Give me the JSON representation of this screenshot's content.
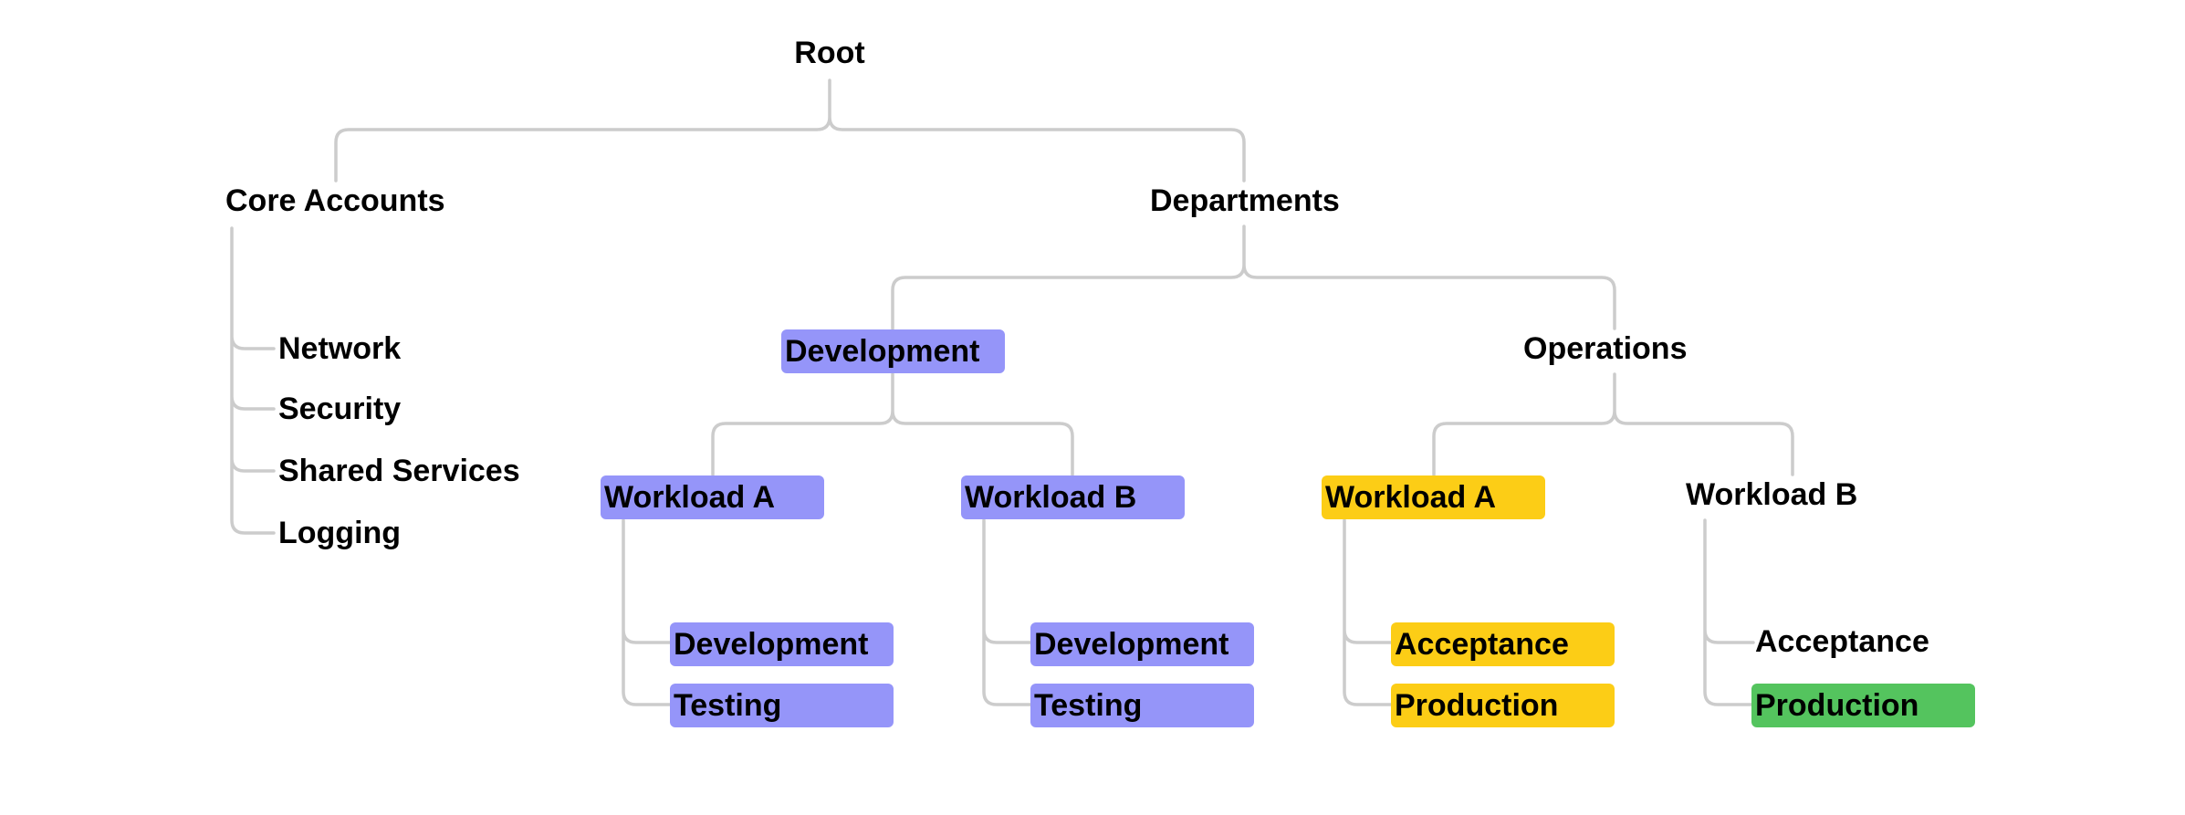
{
  "colors": {
    "connector": "#cccccc",
    "purple": "#9595f9",
    "yellow": "#fccd16",
    "green": "#54c45e"
  },
  "tree": {
    "root": "Root",
    "core_accounts": {
      "label": "Core Accounts",
      "children": [
        "Network",
        "Security",
        "Shared Services",
        "Logging"
      ]
    },
    "departments": {
      "label": "Departments",
      "development": {
        "label": "Development",
        "highlight": "purple",
        "workload_a": {
          "label": "Workload A",
          "highlight": "purple",
          "children": [
            {
              "label": "Development",
              "highlight": "purple"
            },
            {
              "label": "Testing",
              "highlight": "purple"
            }
          ]
        },
        "workload_b": {
          "label": "Workload B",
          "highlight": "purple",
          "children": [
            {
              "label": "Development",
              "highlight": "purple"
            },
            {
              "label": "Testing",
              "highlight": "purple"
            }
          ]
        }
      },
      "operations": {
        "label": "Operations",
        "workload_a": {
          "label": "Workload A",
          "highlight": "yellow",
          "children": [
            {
              "label": "Acceptance",
              "highlight": "yellow"
            },
            {
              "label": "Production",
              "highlight": "yellow"
            }
          ]
        },
        "workload_b": {
          "label": "Workload B",
          "children": [
            {
              "label": "Acceptance"
            },
            {
              "label": "Production",
              "highlight": "green"
            }
          ]
        }
      }
    }
  }
}
